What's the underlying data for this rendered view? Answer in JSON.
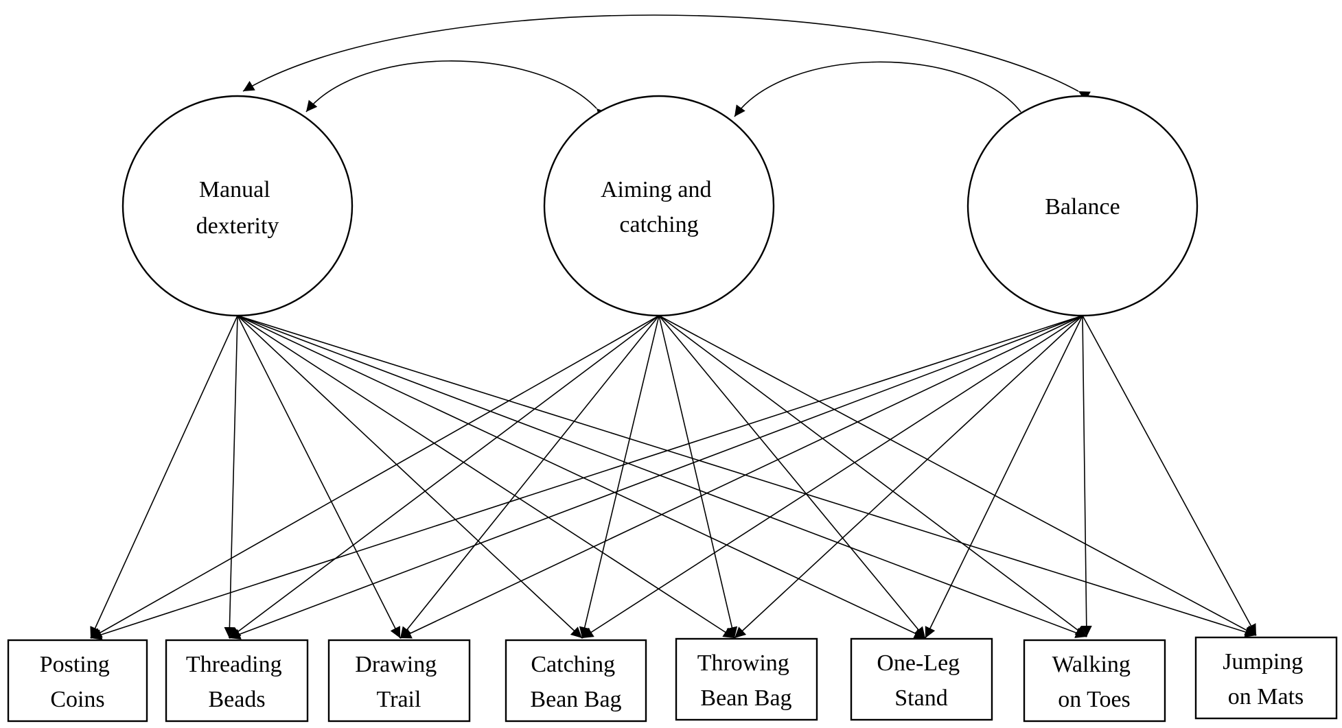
{
  "colors": {
    "stroke": "#000000",
    "background": "#ffffff"
  },
  "factors": [
    {
      "id": "manual",
      "lines": [
        "Manual",
        "dexterity"
      ]
    },
    {
      "id": "aiming",
      "lines": [
        "Aiming and",
        "catching"
      ]
    },
    {
      "id": "balance",
      "lines": [
        "Balance"
      ]
    }
  ],
  "indicators": [
    {
      "id": "posting",
      "lines": [
        "Posting",
        "Coins"
      ]
    },
    {
      "id": "threading",
      "lines": [
        "Threading",
        "Beads"
      ]
    },
    {
      "id": "drawing",
      "lines": [
        "Drawing",
        "Trail"
      ]
    },
    {
      "id": "catching",
      "lines": [
        "Catching",
        "Bean Bag"
      ]
    },
    {
      "id": "throwing",
      "lines": [
        "Throwing",
        "Bean Bag"
      ]
    },
    {
      "id": "oneleg",
      "lines": [
        "One-Leg",
        "Stand"
      ]
    },
    {
      "id": "walking",
      "lines": [
        "Walking",
        "on Toes"
      ]
    },
    {
      "id": "jumping",
      "lines": [
        "Jumping",
        "on Mats"
      ]
    }
  ],
  "loadings": "every factor loads on every indicator",
  "covariances": [
    [
      "manual",
      "aiming"
    ],
    [
      "aiming",
      "balance"
    ],
    [
      "manual",
      "balance"
    ]
  ]
}
